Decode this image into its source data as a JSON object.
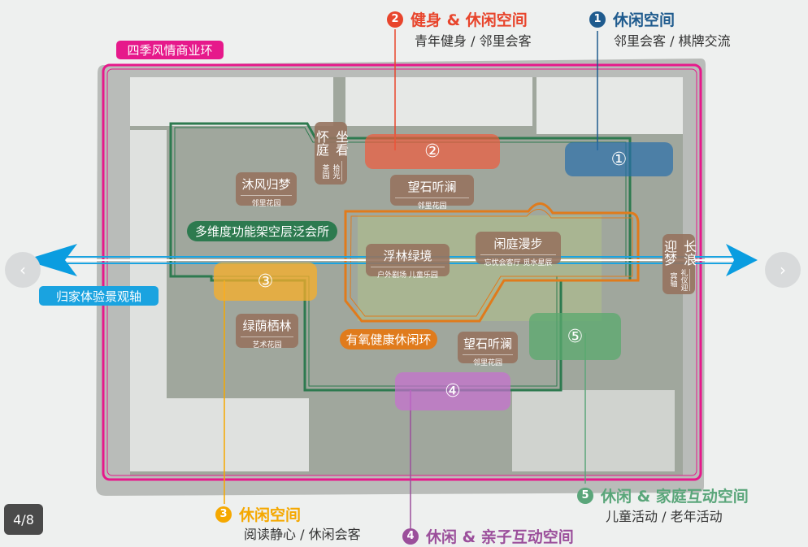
{
  "callouts": [
    {
      "num": "1",
      "title": "休闲空间",
      "sub": "邻里会客 / 棋牌交流",
      "color": "#1f5b8e"
    },
    {
      "num": "2",
      "title": "健身 & 休闲空间",
      "sub": "青年健身 / 邻里会客",
      "color": "#e8452c"
    },
    {
      "num": "3",
      "title": "休闲空间",
      "sub": "阅读静心 / 休闲会客",
      "color": "#f5a800"
    },
    {
      "num": "4",
      "title": "休闲 & 亲子互动空间",
      "color": "#9b4f9b"
    },
    {
      "num": "5",
      "title": "休闲 & 家庭互动空间",
      "sub": "儿童活动 / 老年活动",
      "color": "#5aa67a"
    }
  ],
  "zones": [
    "②",
    "①",
    "③",
    "④",
    "⑤"
  ],
  "rings": {
    "commercial": "四季风情商业环",
    "clubhouse": "多维度功能架空层泛会所",
    "fitness": "有氧健康休闲环",
    "axis": "归家体验景观轴"
  },
  "gardens": [
    {
      "name": "坐看怀庭",
      "sub": "拾光茶园"
    },
    {
      "name": "望石听澜",
      "sub": "邻里花园"
    },
    {
      "name": "沐风归梦",
      "sub": "邻里花园"
    },
    {
      "name": "浮林绿境",
      "sub": "户外剧场  儿童乐园"
    },
    {
      "name": "闲庭漫步",
      "sub": "忘忧会客厅  觅水星辰"
    },
    {
      "name": "绿荫栖林",
      "sub": "艺术花园"
    },
    {
      "name": "望石听澜",
      "sub": "邻里花园"
    },
    {
      "name": "长浪迎梦",
      "sub": "礼仪迎宾轴"
    }
  ],
  "carousel": {
    "counter": "4/8",
    "prev": "‹",
    "next": "›"
  }
}
